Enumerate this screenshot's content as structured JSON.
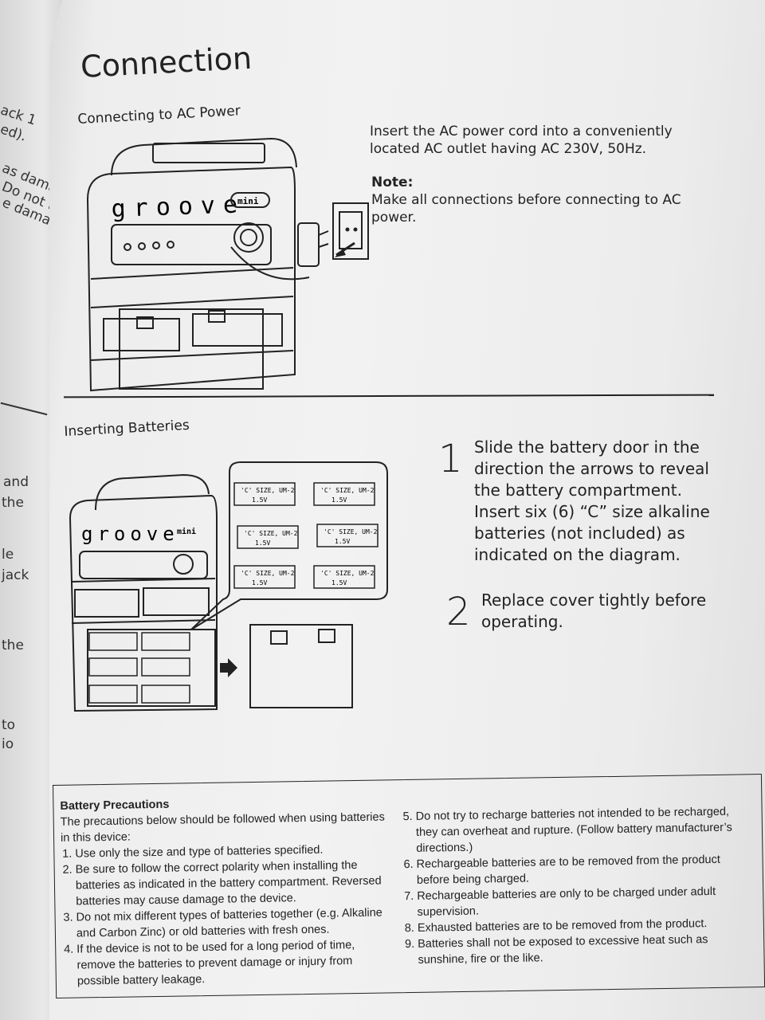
{
  "left_page": {
    "fragments": [
      "ack 1",
      "ed).",
      "as damage",
      "Do not twi",
      "e damage t",
      "and",
      "the",
      "le",
      "jack",
      "the",
      "to",
      "io"
    ]
  },
  "page": {
    "title": "Connection",
    "ac_section": {
      "heading": "Connecting to AC Power",
      "instruction": "Insert the AC power cord into a conveniently located AC outlet having AC 230V, 50Hz.",
      "note_title": "Note:",
      "note_text": "Make all connections before connecting to AC power."
    },
    "battery_section": {
      "heading": "Inserting Batteries",
      "steps": [
        {
          "number": "1",
          "text": "Slide the battery door in the direction the arrows to reveal the battery compartment. Insert six (6) “C” size alkaline batteries (not included) as indicated on the diagram."
        },
        {
          "number": "2",
          "text": "Replace cover tightly before operating."
        }
      ]
    },
    "device": {
      "brand": "groove",
      "badge": "mini",
      "battery_label": "'C' SIZE, UM-2",
      "battery_voltage": "1.5V"
    },
    "precautions": {
      "heading": "Battery Precautions",
      "intro": "The precautions below should be followed when using batteries in this device:",
      "items_left": [
        "Use only the size and type of batteries specified.",
        "Be sure to follow the correct polarity when installing the batteries as indicated in the battery compartment. Reversed batteries may cause damage to the device.",
        "Do not mix different types of batteries together (e.g. Alkaline and Carbon Zinc) or old batteries with fresh ones.",
        "If the device is not to be used for a long period of time, remove the batteries to prevent damage or injury from possible battery leakage."
      ],
      "items_right": [
        "Do not try to recharge batteries not intended to be recharged, they can overheat and rupture. (Follow battery manufacturer’s directions.)",
        "Rechargeable batteries are to be removed from the product before being charged.",
        "Rechargeable batteries are only to be charged under adult supervision.",
        "Exhausted batteries are to be removed from the product.",
        "Batteries shall not be exposed to excessive heat such as sunshine, fire or the like."
      ]
    }
  }
}
